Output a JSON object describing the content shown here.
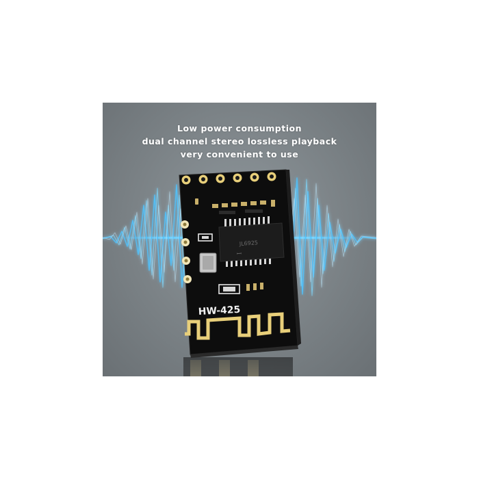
{
  "caption": {
    "line1": "Low power consumption",
    "line2": "dual channel stereo lossless playback",
    "line3": "very convenient to use"
  },
  "board": {
    "model_label": "HW-425"
  },
  "colors": {
    "background": "#7b8286",
    "board": "#0d0d0d",
    "gold_pad": "#e8cf7a",
    "wave": "#4fc3ff",
    "caption_text": "#ffffff"
  }
}
